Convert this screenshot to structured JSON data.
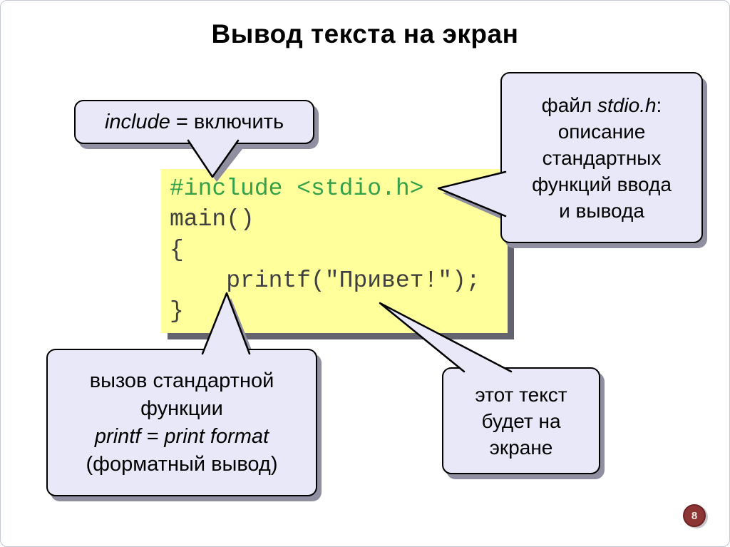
{
  "colors": {
    "code-bg": "#ffff9b",
    "code-green": "#33a04a",
    "code-dark": "#3f3f3f",
    "code-shadow": "#63636f",
    "bubble-bg": "#e9e8f8",
    "bubble-shadow": "#8f8fa1",
    "badge-bg": "#8d3434",
    "badge-text": "#f0e9e0"
  },
  "slide": {
    "title": "Вывод текста на экран",
    "page_number": "8"
  },
  "code": {
    "lines": [
      "#include <stdio.h>",
      "main()",
      "{",
      "    printf(\"Привет!\");",
      "}"
    ]
  },
  "callouts": {
    "include": {
      "italic": "include",
      "rest": " = включить"
    },
    "stdio": {
      "l1a": "файл ",
      "l1b": "stdio.h",
      "l1c": ":",
      "lines": [
        "описание",
        "стандартных",
        "функций ввода",
        "и вывода"
      ]
    },
    "printf": {
      "line1": "вызов стандартной",
      "line2": "функции",
      "line3_italic": "printf = print format",
      "line4": "(форматный вывод)"
    },
    "screen": {
      "lines": [
        "этот текст",
        "будет на",
        "экране"
      ]
    }
  }
}
